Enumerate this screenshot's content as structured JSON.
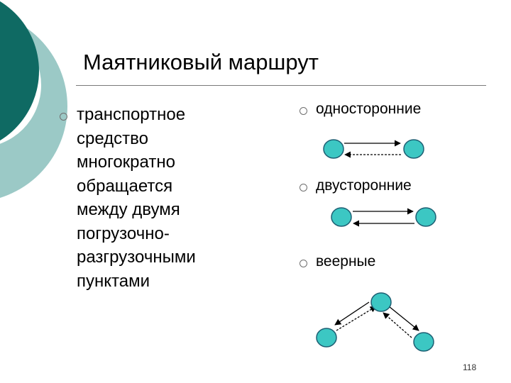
{
  "slide": {
    "title": "Маятниковый маршрут",
    "body_lines": [
      "транспортное",
      "средство",
      "многократно",
      "обращается",
      "между двумя",
      "погрузочно-",
      "разгрузочными",
      "пунктами"
    ],
    "route_types": [
      {
        "label": "односторонние"
      },
      {
        "label": "двусторонние"
      },
      {
        "label": "веерные"
      }
    ],
    "page_number": "118"
  },
  "colors": {
    "node_fill": "#3cc7c3",
    "node_stroke": "#1d5f73",
    "deco_dark": "#0f6a63",
    "deco_light": "#9bc9c6",
    "bullet": "#6f6f6f"
  }
}
